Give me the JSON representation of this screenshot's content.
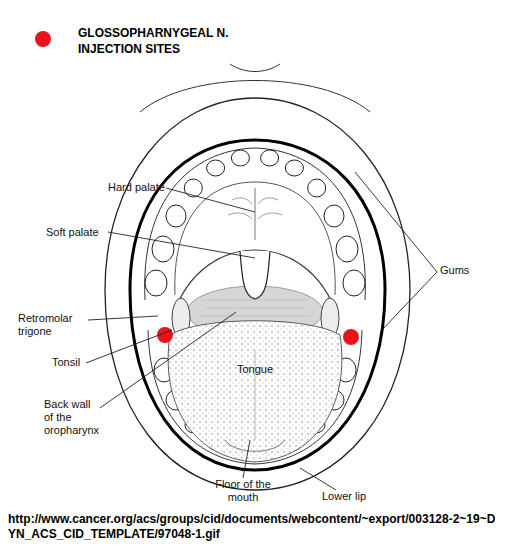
{
  "diagram": {
    "caption": "http://www.cancer.org/acs/groups/cid/documents/webcontent/~export/003128-2~19~DYN_ACS_CID_TEMPLATE/97048-1.gif",
    "labels": [
      "Hard palate",
      "Soft palate",
      "Retromolar trigone",
      "Gums",
      "Tonsil",
      "Tongue",
      "Back wall of the oropharynx",
      "Floor of the mouth",
      "Lower lip"
    ],
    "legend": [
      {
        "text": "GLOSSOPHARNYGEAL N. INJECTION SITES",
        "color": "#e8141c"
      }
    ]
  }
}
